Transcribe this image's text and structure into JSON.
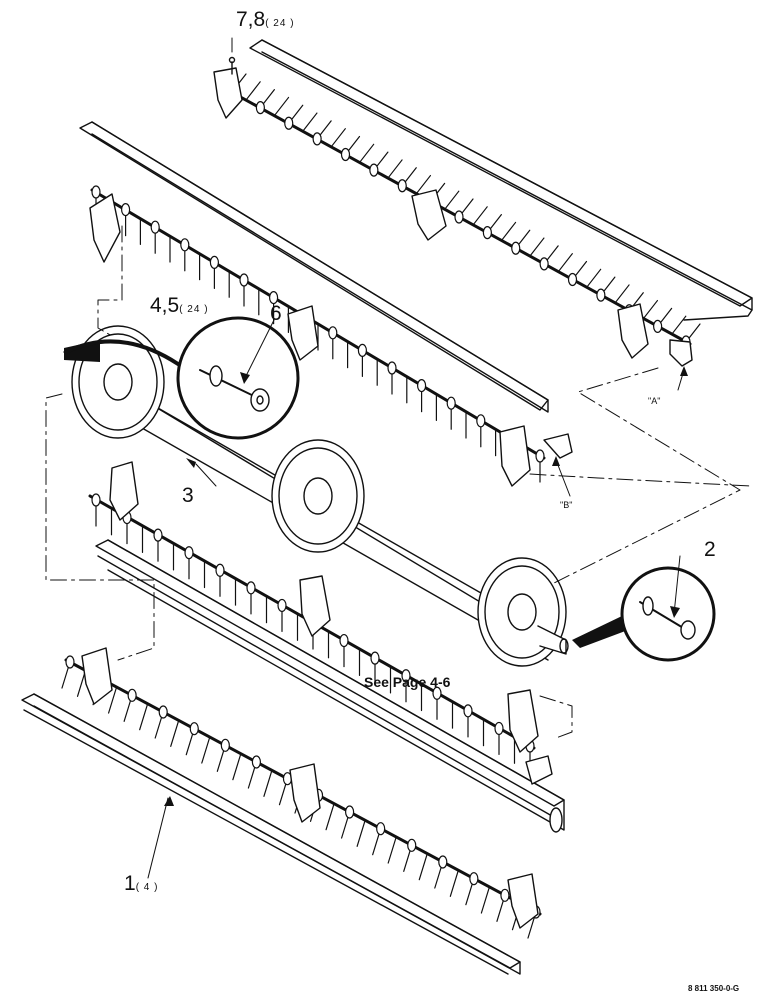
{
  "callouts": {
    "c1": {
      "num": "1",
      "qty": "( 4 )"
    },
    "c2": {
      "num": "2"
    },
    "c3": {
      "num": "3"
    },
    "c45": {
      "num": "4,5",
      "qty": "( 24 )"
    },
    "c6": {
      "num": "6"
    },
    "c78": {
      "num": "7,8",
      "qty": "( 24 )"
    }
  },
  "markers": {
    "a": "\"A\"",
    "b": "\"B\""
  },
  "note": "See Page 4-6",
  "figure_code": "8 811 350-0-G"
}
